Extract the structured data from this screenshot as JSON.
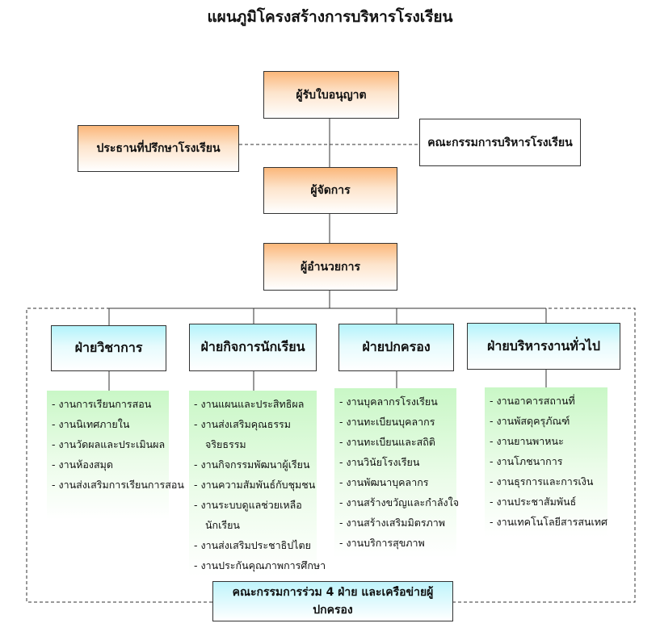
{
  "title": "แผนภูมิโครงสร้างการบริหารโรงเรียน",
  "licensee": "ผู้รับใบอนุญาต",
  "board_chair": "ประธานที่ปรึกษาโรงเรียน",
  "admin_committee": "คณะกรรมการบริหารโรงเรียน",
  "manager": "ผู้จัดการ",
  "director": "ผู้อำนวยการ",
  "departments": [
    {
      "name": "ฝ่ายวิชาการ",
      "items": [
        "- งานการเรียนการสอน",
        "- งานนิเทศภายใน",
        "- งานวัดผลและประเมินผล",
        "- งานห้องสมุด",
        "- งานส่งเสริมการเรียนการสอน"
      ]
    },
    {
      "name": "ฝ่ายกิจการนักเรียน",
      "items": [
        "- งานแผนและประสิทธิผล",
        "- งานส่งเสริมคุณธรรม",
        "จริยธรรม",
        "- งานกิจกรรมพัฒนาผู้เรียน",
        "- งานความสัมพันธ์กับชุมชน",
        "- งานระบบดูแลช่วยเหลือ",
        "นักเรียน",
        "- งานส่งเสริมประชาธิปไตย",
        "- งานประกันคุณภาพการศึกษา"
      ]
    },
    {
      "name": "ฝ่ายปกครอง",
      "items": [
        "- งานบุคลากรโรงเรียน",
        "- งานทะเบียนบุคลากร",
        "- งานทะเบียนและสถิติ",
        "- งานวินัยโรงเรียน",
        "- งานพัฒนาบุคลากร",
        "- งานสร้างขวัญและกำลังใจ",
        "- งานสร้างเสริมมิตรภาพ",
        "- งานบริการสุขภาพ"
      ]
    },
    {
      "name": "ฝ่ายบริหารงานทั่วไป",
      "items": [
        "- งานอาคารสถานที่",
        "- งานพัสดุครุภัณฑ์",
        "- งานยานพาหนะ",
        "- งานโภชนาการ",
        "- งานธุรการและการเงิน",
        "- งานประชาสัมพันธ์",
        "- งานเทคโนโลยีสารสนเทศ"
      ]
    }
  ],
  "joint_committee": "คณะกรรมการร่วม 4 ฝ่าย และเครือข่ายผู้ปกครอง"
}
